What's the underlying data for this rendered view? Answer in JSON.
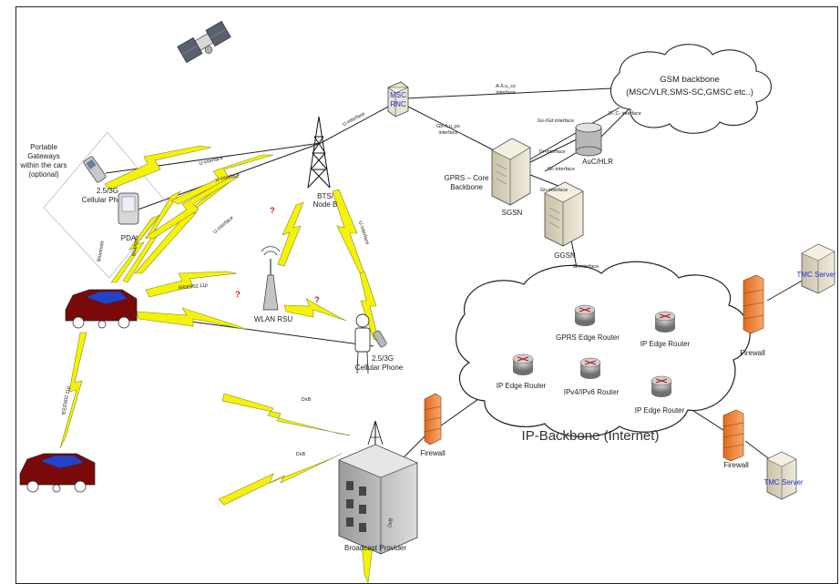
{
  "labels": {
    "gsm_backbone_title": "GSM backbone",
    "gsm_backbone_sub": "(MSC/VLR,SMS-SC,GMSC etc..)",
    "msc_rnc_1": "MSC",
    "msc_rnc_2": "RNC",
    "gprs_core_1": "GPRS – Core",
    "gprs_core_2": "Backbone",
    "sgsn": "SGSN",
    "ggsn": "GGSN",
    "auc_hlr": "AuC/HLR",
    "bts_1": "BTS/",
    "bts_2": "Node B",
    "portable_1": "Portable",
    "portable_2": "Gateways",
    "portable_3": "within the cars",
    "portable_4": "(optional)",
    "phone_top_1": "2.5/3G",
    "phone_top_2": "Cellular Phone",
    "pda": "PDA",
    "wlan_rsu": "WLAN RSU",
    "phone_bottom_1": "2.5/3G",
    "phone_bottom_2": "Cellular Phone",
    "gprs_edge_router": "GPRS Edge Router",
    "ip_edge_router_tr": "IP Edge Router",
    "ip_edge_router_left": "IP Edge Router",
    "ipv4_ipv6_router": "IPv4/IPv6 Router",
    "ip_edge_router_br": "IP Edge Router",
    "ip_backbone": "IP-Backbone (Internet)",
    "firewall_left": "Firewall",
    "firewall_tr": "Firewall",
    "firewall_br": "Firewall",
    "tmc_server_top": "TMC Server",
    "tmc_server_bottom": "TMC Server",
    "broadcast_provider": "Broadcast Provider",
    "question_mark": "?"
  },
  "links": {
    "a_iu_cs": "A-/Lu_cs",
    "interface": "interface",
    "u_interface": "U-interface",
    "gb_iu_ps": "Gb-/Lu_ps",
    "gs_gd": "Gs-/Gd interface",
    "d_c": "D-,C- interface",
    "gr": "Gr-interface",
    "gc": "Gc-interface",
    "gn": "Gn-interface",
    "gi": "Gi-interface",
    "ieee_80211p": "IEEE802.11p",
    "bluetooth": "Bluetooth",
    "dxb": "DxB"
  },
  "colors": {
    "lightning": "#f5f20a",
    "car_body": "#7a0a0a",
    "car_window": "#2442c8",
    "firewall": "#f08a3a",
    "router": "#8a8a8a"
  }
}
